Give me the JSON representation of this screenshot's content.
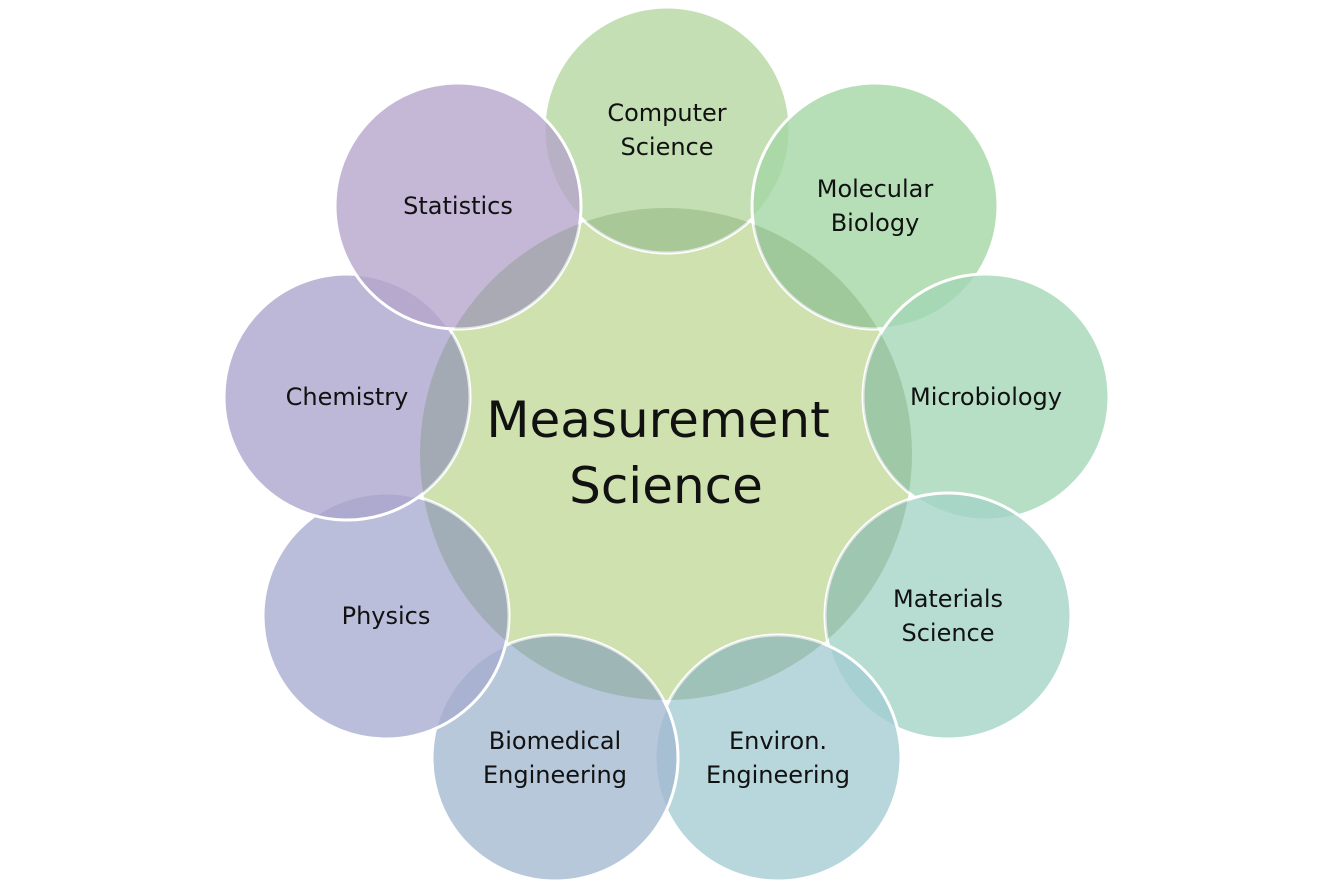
{
  "diagram": {
    "center": {
      "lines": [
        "Measurement",
        "Science"
      ],
      "color": "#c7dca0"
    },
    "nodes": [
      {
        "lines": [
          "Computer",
          "Science"
        ],
        "color": "#b3d69e"
      },
      {
        "lines": [
          "Molecular",
          "Biology"
        ],
        "color": "#a3d6a3"
      },
      {
        "lines": [
          "Microbiology"
        ],
        "color": "#a3d6b6"
      },
      {
        "lines": [
          "Materials",
          "Science"
        ],
        "color": "#a3d4c6"
      },
      {
        "lines": [
          "Environ.",
          "Engineering"
        ],
        "color": "#a3ccd2"
      },
      {
        "lines": [
          "Biomedical",
          "Engineering"
        ],
        "color": "#a3b8d0"
      },
      {
        "lines": [
          "Physics"
        ],
        "color": "#a6acd0"
      },
      {
        "lines": [
          "Chemistry"
        ],
        "color": "#aaa4cc"
      },
      {
        "lines": [
          "Statistics"
        ],
        "color": "#b5a4cc"
      }
    ]
  }
}
